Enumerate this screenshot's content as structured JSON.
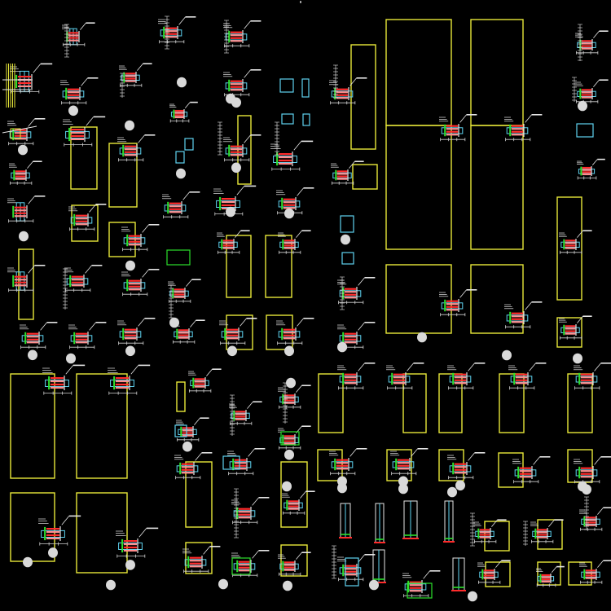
{
  "drawing": {
    "background": "#000000",
    "palette": {
      "frame": "#e8e83a",
      "annotation": "#e6e6e6",
      "dimension": "#cfcfcf",
      "bolt_primary": "#ff2b2b",
      "bolt_secondary": "#ff8c8c",
      "weld": "#2ce02c",
      "section": "#5fd3f0",
      "plate": "#00c8c8",
      "callout_bubble": "#d9d9d9"
    },
    "item_types": [
      "connection-detail",
      "panel-frame",
      "section-callout",
      "dimension-chain",
      "leader-note"
    ]
  }
}
